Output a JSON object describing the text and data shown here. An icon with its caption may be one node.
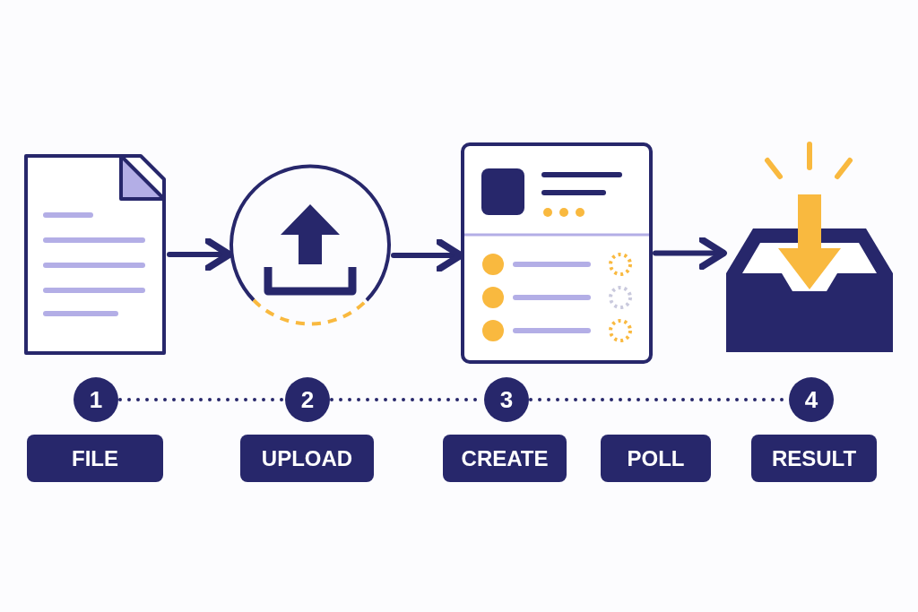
{
  "diagram": {
    "nodes": [
      {
        "text": [],
        "shape": "document"
      },
      {
        "text": [],
        "shape": "circle"
      },
      {
        "text": [],
        "shape": "box"
      },
      {
        "text": [],
        "shape": "tray"
      },
      {
        "text": [
          "1"
        ]
      },
      {
        "text": [
          "2"
        ]
      },
      {
        "text": [
          "3"
        ]
      },
      {
        "text": [
          "4"
        ]
      },
      {
        "text": [
          "FILE"
        ]
      },
      {
        "text": [
          "UPLOAD"
        ]
      },
      {
        "text": [
          "CREATE"
        ]
      },
      {
        "text": [
          "POLL"
        ]
      },
      {
        "text": [
          "RESULT"
        ]
      }
    ],
    "edges": [
      {
        "from": 0,
        "to": 1,
        "arrow": "to"
      },
      {
        "from": 1,
        "to": 2,
        "arrow": "to"
      },
      {
        "from": 2,
        "to": 3,
        "arrow": "to"
      },
      {
        "from": 4,
        "to": 5,
        "arrow": "none",
        "style": "dashed"
      },
      {
        "from": 5,
        "to": 6,
        "arrow": "none",
        "style": "dashed"
      },
      {
        "from": 6,
        "to": 7,
        "arrow": "none",
        "style": "dashed"
      }
    ]
  }
}
